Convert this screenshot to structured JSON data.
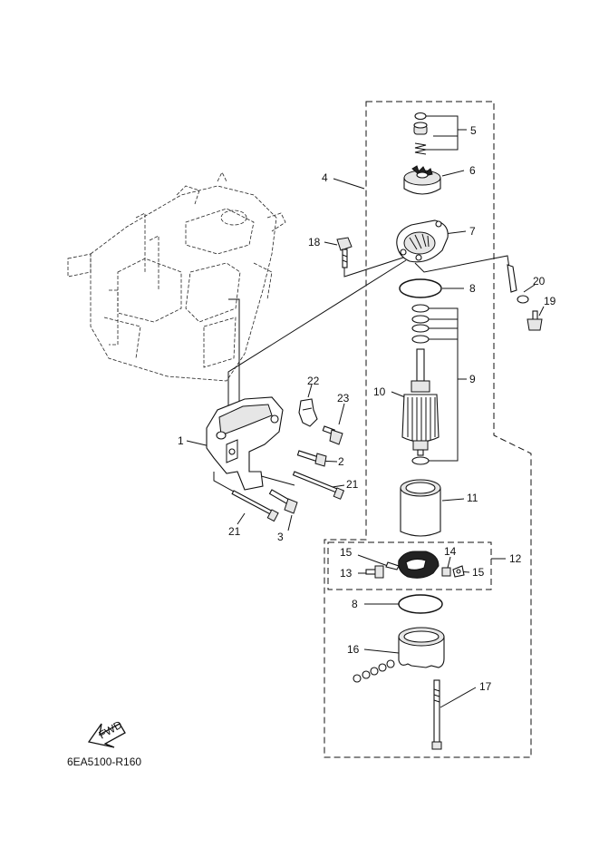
{
  "diagram_code": "6EA5100-R160",
  "fwd_label": "FWD",
  "labels": {
    "p1": "1",
    "p2": "2",
    "p3": "3",
    "p4": "4",
    "p5": "5",
    "p6": "6",
    "p7": "7",
    "p8a": "8",
    "p8b": "8",
    "p9": "9",
    "p10": "10",
    "p11": "11",
    "p12": "12",
    "p13": "13",
    "p14": "14",
    "p15a": "15",
    "p15b": "15",
    "p16": "16",
    "p17": "17",
    "p18": "18",
    "p19": "19",
    "p20": "20",
    "p21a": "21",
    "p21b": "21",
    "p22": "22",
    "p23": "23"
  }
}
